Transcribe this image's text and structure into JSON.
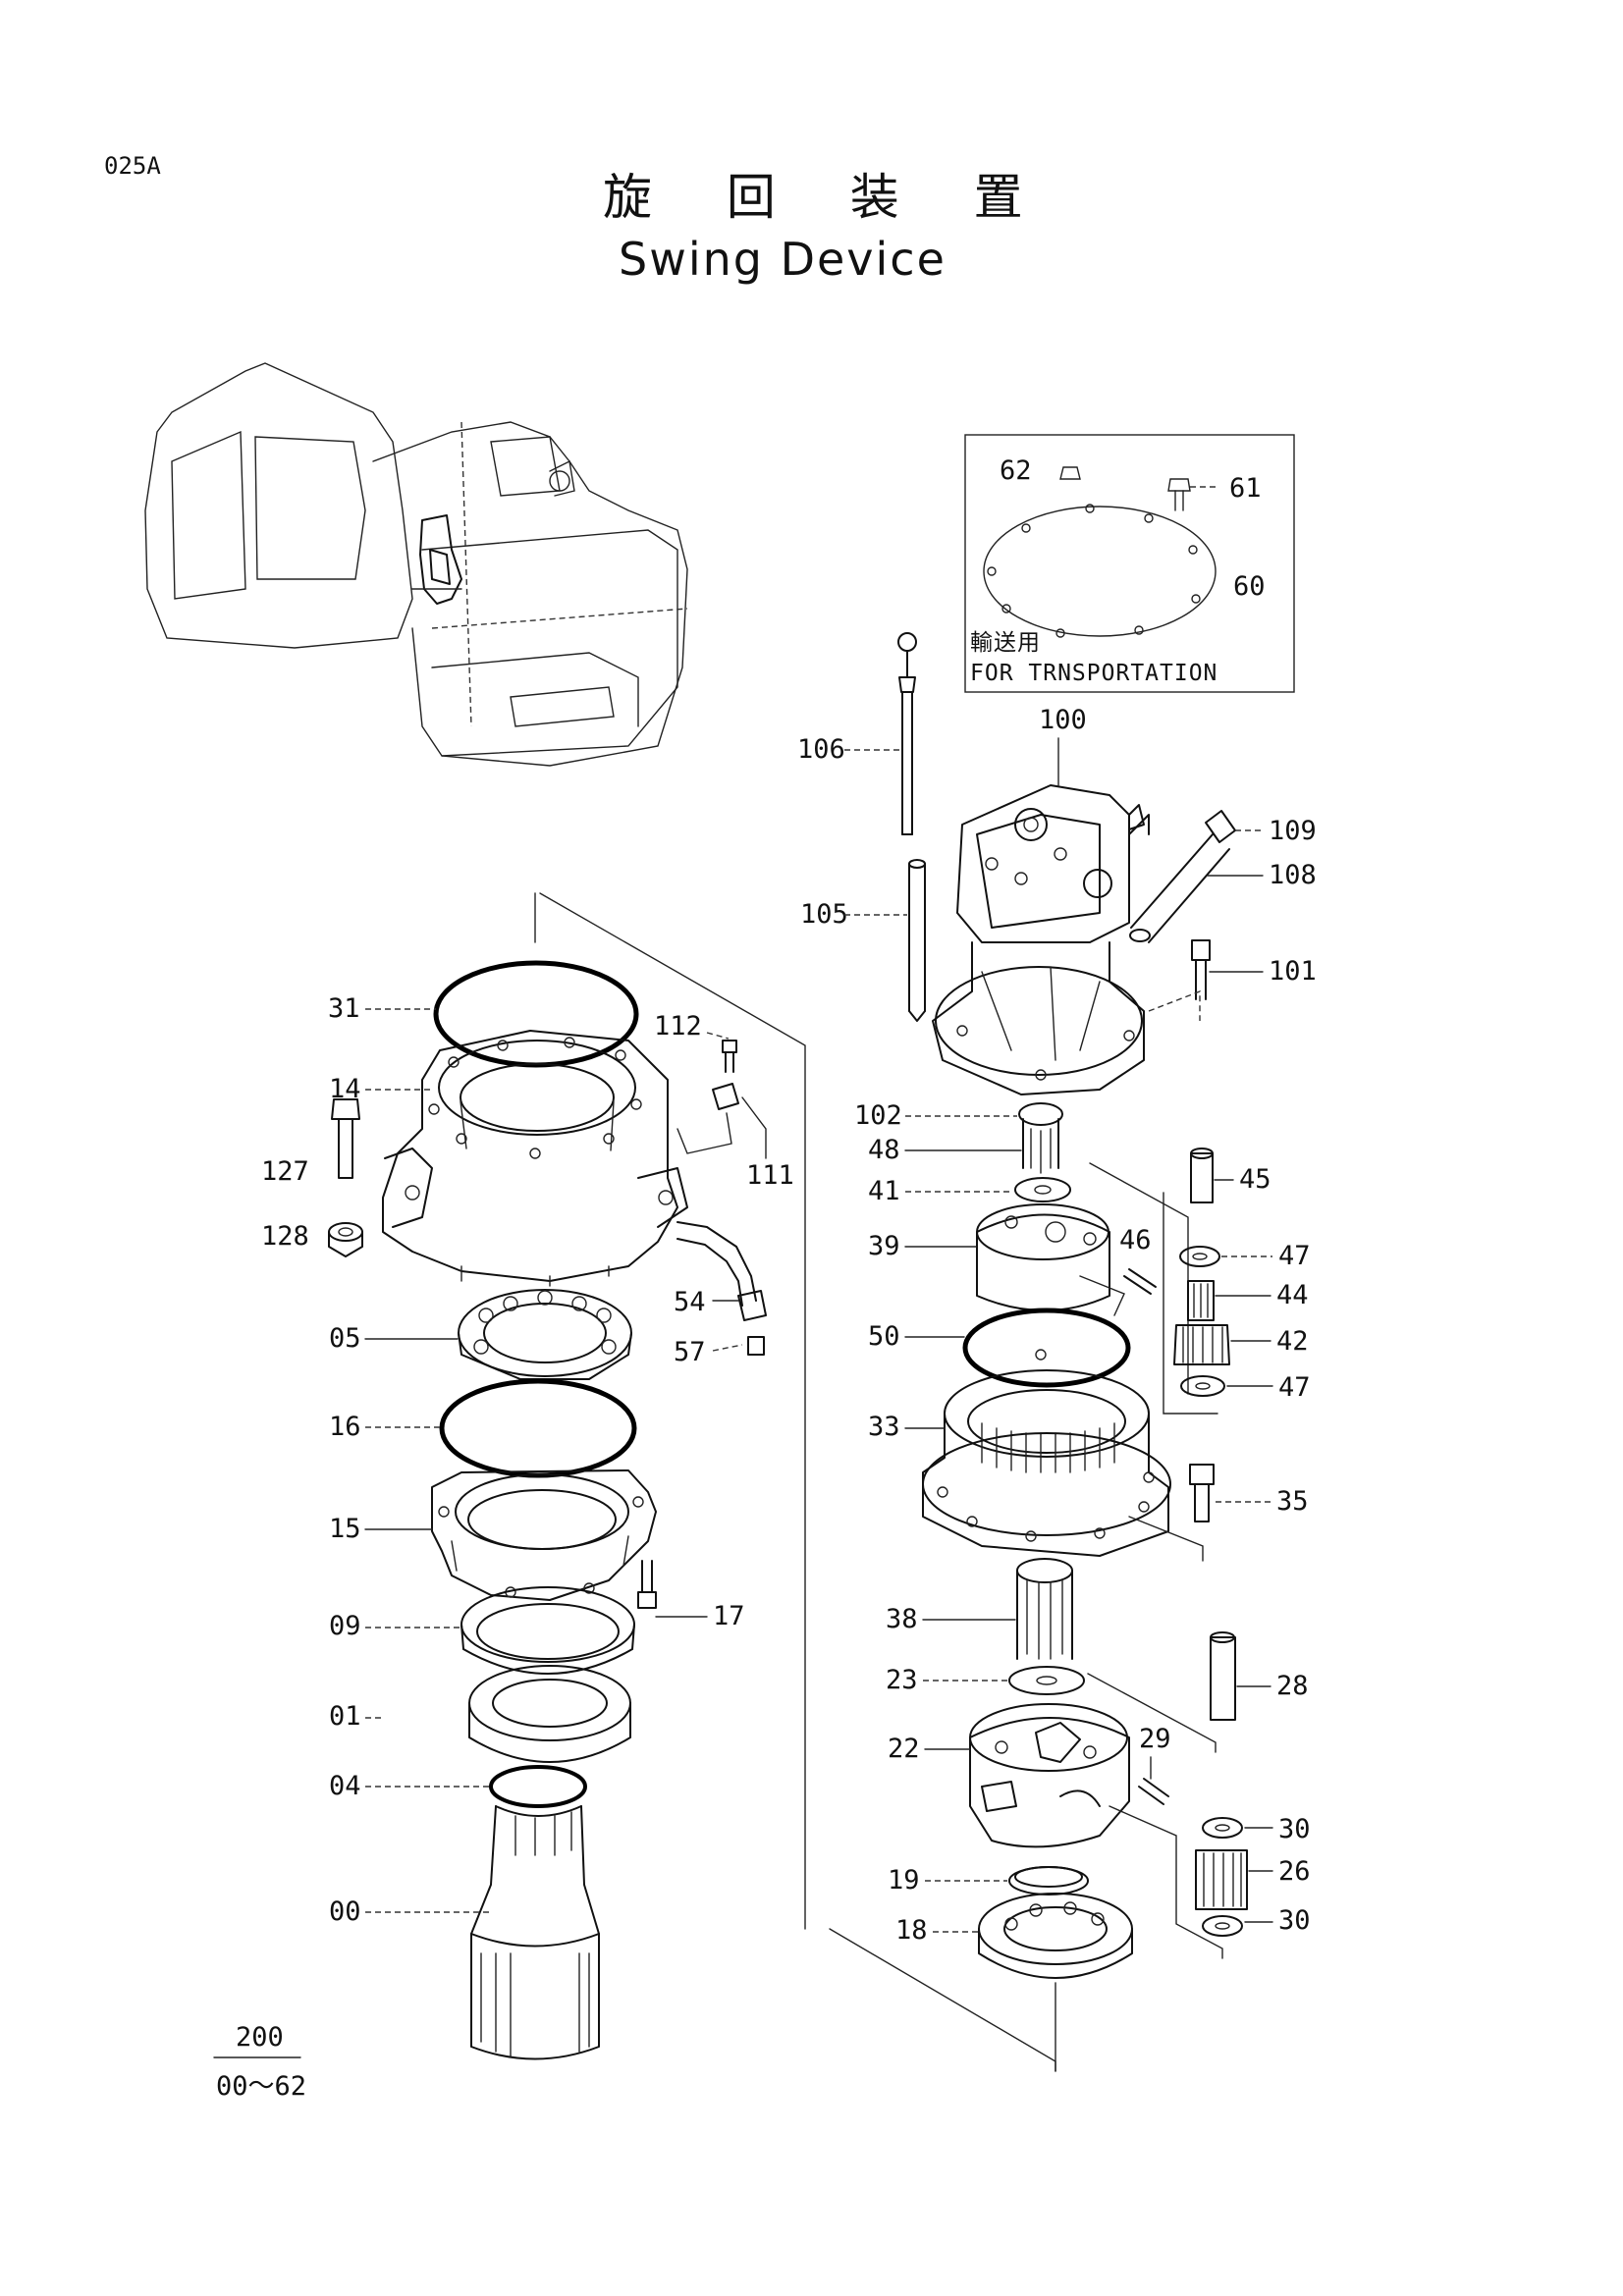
{
  "page": {
    "code": "025A",
    "title_jp": "旋 回 装 置",
    "title_en": "Swing Device"
  },
  "inset": {
    "note_jp": "輸送用",
    "note_en": "FOR TRNSPORTATION"
  },
  "group_ref": {
    "number": "200",
    "range": "00～62"
  },
  "labels": {
    "p62": "62",
    "p61": "61",
    "p60": "60",
    "p106": "106",
    "p100": "100",
    "p109": "109",
    "p108": "108",
    "p105": "105",
    "p101": "101",
    "p31": "31",
    "p14": "14",
    "p112": "112",
    "p111": "111",
    "p127": "127",
    "p128": "128",
    "p54": "54",
    "p57": "57",
    "p05": "05",
    "p16": "16",
    "p15": "15",
    "p17": "17",
    "p09": "09",
    "p01": "01",
    "p04": "04",
    "p00": "00",
    "p102": "102",
    "p48": "48",
    "p41": "41",
    "p45": "45",
    "p46": "46",
    "p39": "39",
    "p47a": "47",
    "p44": "44",
    "p50": "50",
    "p42": "42",
    "p47b": "47",
    "p33": "33",
    "p35": "35",
    "p38": "38",
    "p23": "23",
    "p28": "28",
    "p22": "22",
    "p29": "29",
    "p30a": "30",
    "p26": "26",
    "p19": "19",
    "p30b": "30",
    "p18": "18"
  }
}
